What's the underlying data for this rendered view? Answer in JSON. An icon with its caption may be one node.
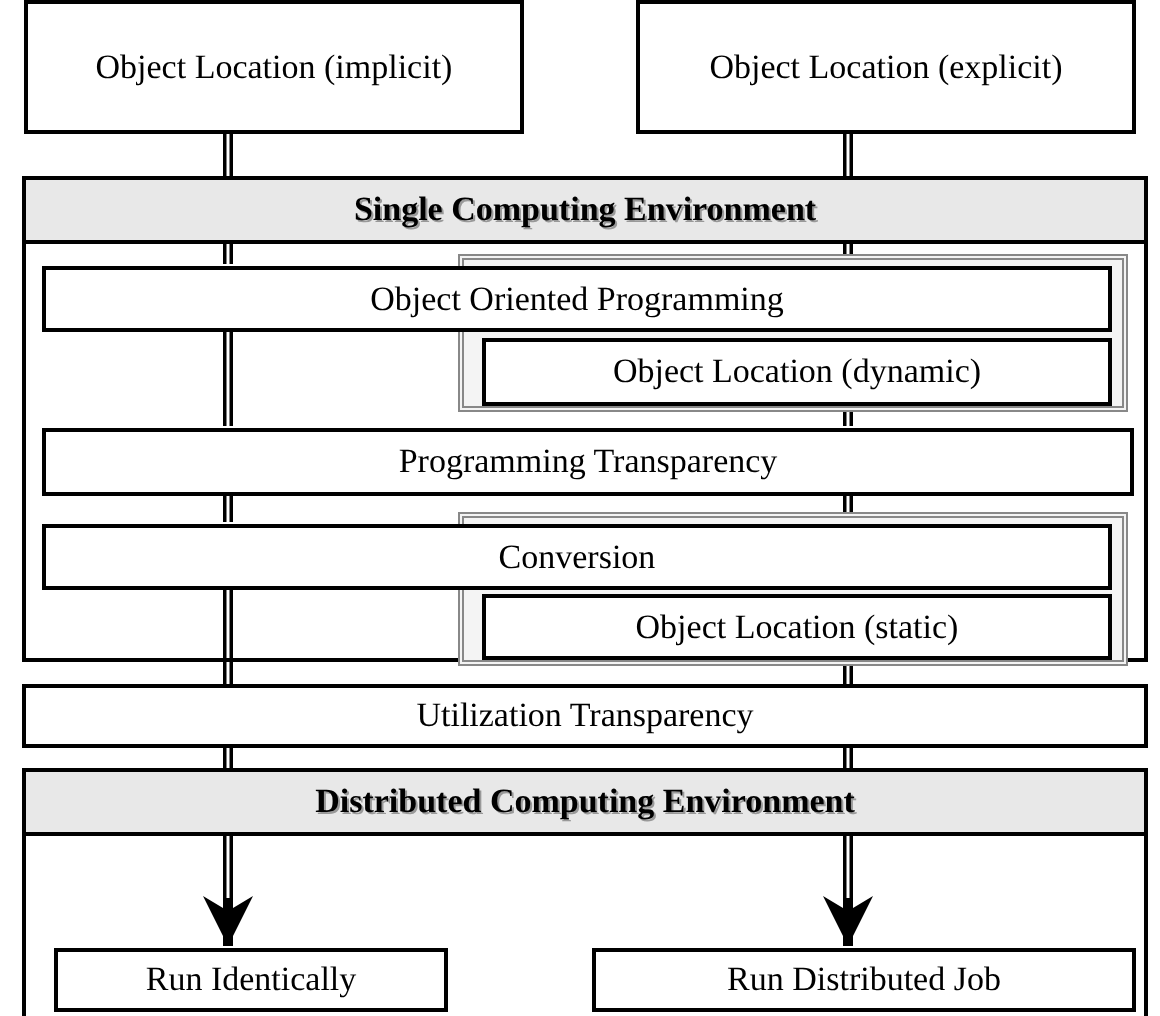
{
  "diagram": {
    "nodes": [
      {
        "text": [
          "Object Location (implicit)"
        ]
      },
      {
        "text": [
          "Object Location (explicit)"
        ]
      },
      {
        "text": [
          "Single Computing Environment"
        ]
      },
      {
        "text": [
          "Object Oriented Programming"
        ],
        "in": 2
      },
      {
        "text": [
          "Object Location (dynamic)"
        ],
        "in": 2
      },
      {
        "text": [
          "Programming Transparency"
        ],
        "in": 2
      },
      {
        "text": [
          "Conversion"
        ],
        "in": 2
      },
      {
        "text": [
          "Object Location (static)"
        ],
        "in": 2
      },
      {
        "text": [
          "Utilization Transparency"
        ]
      },
      {
        "text": [
          "Distributed Computing Environment"
        ]
      },
      {
        "text": [
          "Run Identically"
        ],
        "in": 9
      },
      {
        "text": [
          "Run Distributed Job"
        ],
        "in": 9
      }
    ],
    "edges": [
      {
        "from": 0,
        "to": 3,
        "arrow": "none"
      },
      {
        "from": 3,
        "to": 5,
        "arrow": "none"
      },
      {
        "from": 5,
        "to": 6,
        "arrow": "none"
      },
      {
        "from": 6,
        "to": 8,
        "arrow": "none"
      },
      {
        "from": 8,
        "to": 10,
        "arrow": "to"
      },
      {
        "from": 1,
        "to": 3,
        "arrow": "none"
      },
      {
        "from": 4,
        "to": 5,
        "arrow": "none"
      },
      {
        "from": 5,
        "to": 6,
        "arrow": "none"
      },
      {
        "from": 7,
        "to": 8,
        "arrow": "none"
      },
      {
        "from": 8,
        "to": 11,
        "arrow": "to"
      }
    ]
  }
}
